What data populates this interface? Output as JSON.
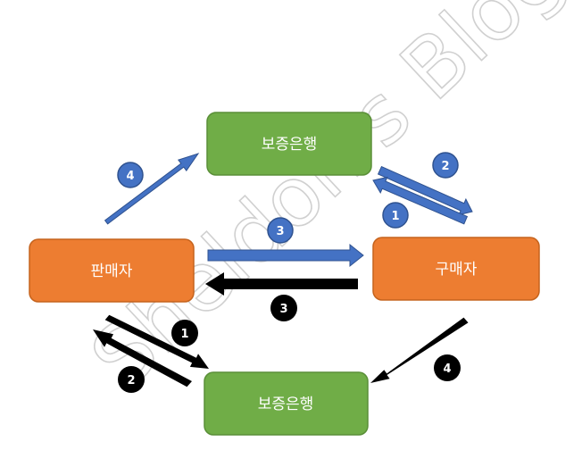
{
  "nodes": {
    "guarantee_bank_top": "보증은행",
    "seller": "판매자",
    "buyer": "구매자",
    "guarantee_bank_bottom": "보증은행"
  },
  "steps": {
    "top_2": "2",
    "top_1": "1",
    "top_3": "3",
    "top_4": "4",
    "bottom_3": "3",
    "bottom_1": "1",
    "bottom_2": "2",
    "bottom_4": "4"
  },
  "watermark": "Sheldon's Blog",
  "colors": {
    "bank_green": "#70AD47",
    "party_orange": "#ED7D31",
    "blue_arrow": "#4472C4",
    "black_arrow": "#000000"
  }
}
